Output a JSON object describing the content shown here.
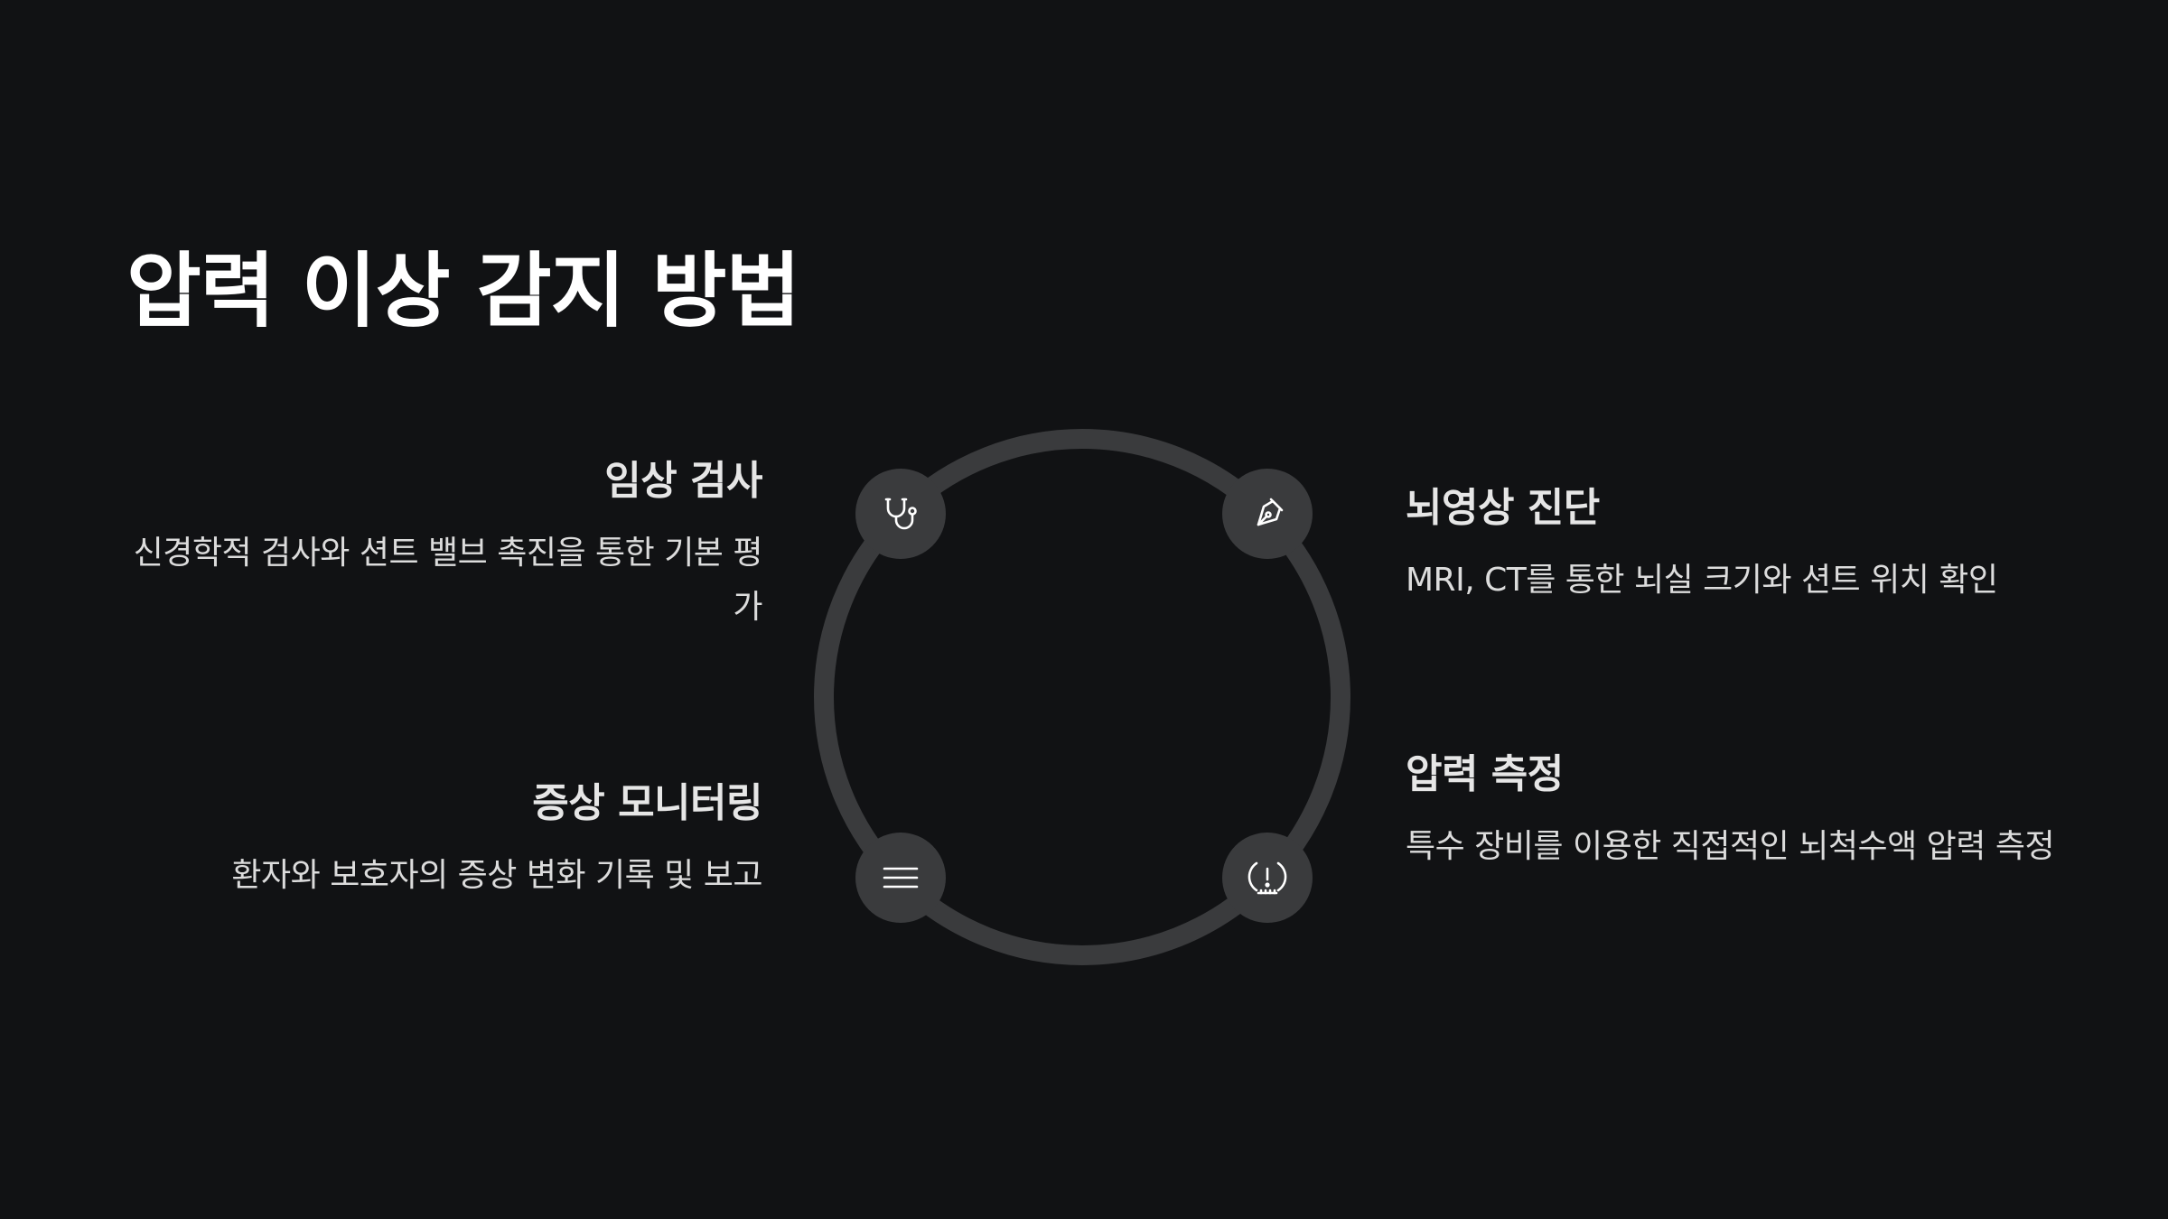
{
  "slide": {
    "title": "압력 이상 감지 방법"
  },
  "items": [
    {
      "heading": "임상 검사",
      "body": "신경학적 검사와 션트 밸브 촉진을 통한 기본 평가",
      "icon": "stethoscope-icon"
    },
    {
      "heading": "뇌영상 진단",
      "body": "MRI, CT를 통한 뇌실 크기와 션트 위치 확인",
      "icon": "pen-nib-icon"
    },
    {
      "heading": "증상 모니터링",
      "body": "환자와 보호자의 증상 변화 기록 및 보고",
      "icon": "list-icon"
    },
    {
      "heading": "압력 측정",
      "body": "특수 장비를 이용한 직접적인 뇌척수액 압력 측정",
      "icon": "pressure-warning-icon"
    }
  ],
  "colors": {
    "background": "#111214",
    "ring": "#3a3b3d",
    "node": "#3a3b3d",
    "icon": "#ffffff",
    "text": "#dcdcdc"
  }
}
